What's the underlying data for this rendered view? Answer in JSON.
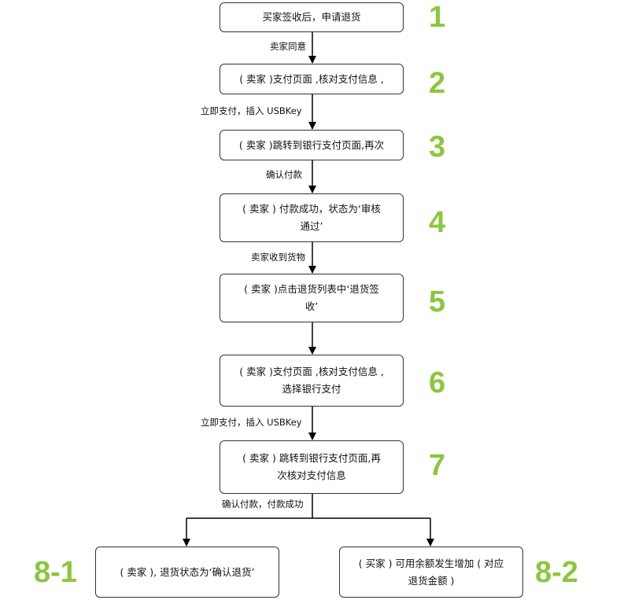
{
  "steps": [
    {
      "num": "1",
      "text": "买家签收后，申请退货"
    },
    {
      "num": "2",
      "text": "( 卖家 )支付页面 ,核对支付信息 ,"
    },
    {
      "num": "3",
      "text": "( 卖家 )跳转到银行支付页面,再次"
    },
    {
      "num": "4",
      "text": "( 卖家 ) 付款成功，状态为‘审核\n通过’"
    },
    {
      "num": "5",
      "text": "( 卖家 )点击退货列表中‘退货签\n收’"
    },
    {
      "num": "6",
      "text": "( 卖家 )支付页面 ,核对支付信息 ,\n选择银行支付"
    },
    {
      "num": "7",
      "text": "( 卖家 ) 跳转到银行支付页面,再\n次核对支付信息"
    },
    {
      "num": "8-1",
      "text": "( 卖家 ), 退货状态为‘确认退货’"
    },
    {
      "num": "8-2",
      "text": "( 买家 ) 可用余额发生增加 ( 对应\n退货金额 )"
    }
  ],
  "connectors": [
    "卖家同意",
    "立即支付，插入 USBKey",
    "确认付款",
    "卖家收到货物",
    "立即支付，插入 USBKey",
    "确认付款，付款成功"
  ],
  "colors": {
    "step_number": "#8cc63e",
    "line": "#000000",
    "border": "#333333"
  }
}
